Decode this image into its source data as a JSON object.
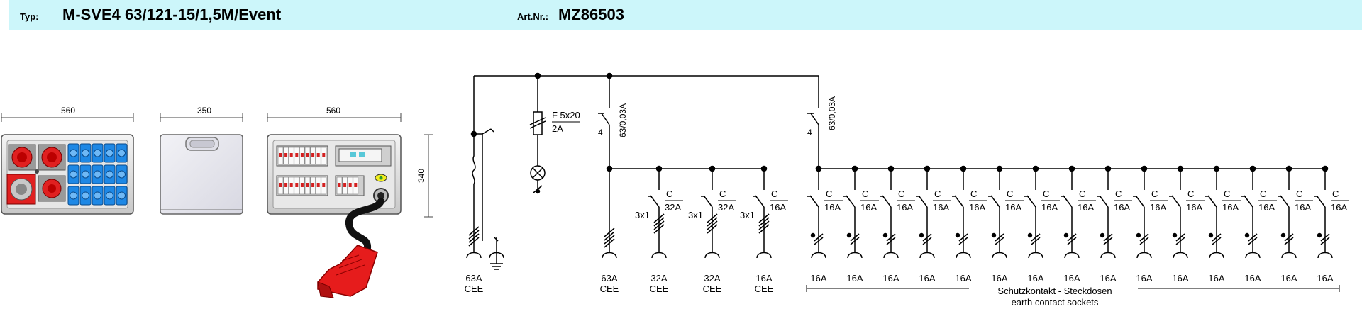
{
  "header": {
    "type_label": "Typ:",
    "type_value": "M-SVE4 63/121-15/1,5M/Event",
    "art_label": "Art.Nr.:",
    "art_value": "MZ86503"
  },
  "dimensions": {
    "front_width": "560",
    "side_width": "350",
    "back_width": "560",
    "height": "340"
  },
  "schematic": {
    "main_input": {
      "rating": "63A",
      "type": "CEE"
    },
    "fuse_label": {
      "line1": "F 5x20",
      "line2": "2A"
    },
    "rcd": {
      "poles": "4",
      "rating": "63/0,03A"
    },
    "cee_outputs": [
      {
        "breaker_line1": "",
        "breaker_line2": "",
        "poles": "",
        "rating": "63A",
        "type": "CEE"
      },
      {
        "breaker_line1": "C",
        "breaker_line2": "32A",
        "poles": "3x1",
        "rating": "32A",
        "type": "CEE"
      },
      {
        "breaker_line1": "C",
        "breaker_line2": "32A",
        "poles": "3x1",
        "rating": "32A",
        "type": "CEE"
      },
      {
        "breaker_line1": "C",
        "breaker_line2": "16A",
        "poles": "3x1",
        "rating": "16A",
        "type": "CEE"
      }
    ],
    "schuko": {
      "breaker_line1": "C",
      "breaker_line2": "16A",
      "rating": "16A",
      "count": 15,
      "caption_de": "Schutzkontakt - Steckdosen",
      "caption_en": "earth contact sockets"
    }
  }
}
